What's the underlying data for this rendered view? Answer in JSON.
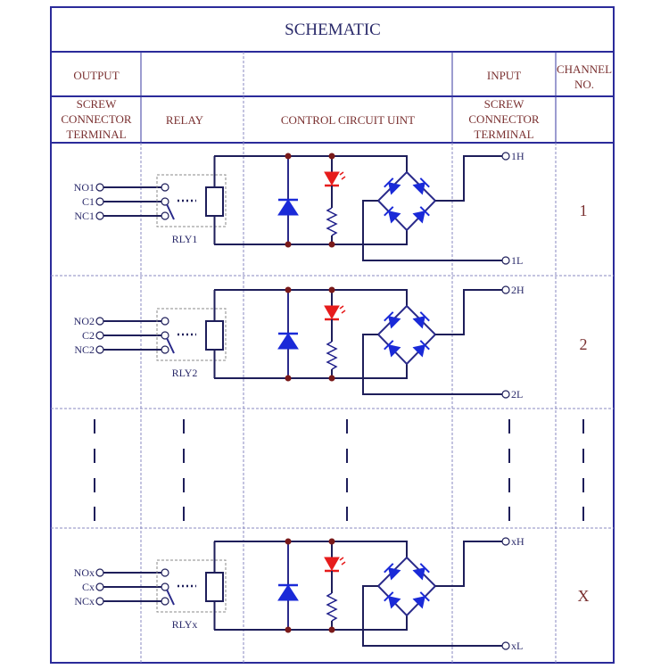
{
  "title": "SCHEMATIC",
  "header_row1": {
    "output": "OUTPUT",
    "relay": "",
    "control": "",
    "input": "INPUT",
    "channel_line1": "CHANNEL",
    "channel_line2": "NO."
  },
  "header_row2": {
    "output_line1": "SCREW",
    "output_line2": "CONNECTOR",
    "output_line3": "TERMINAL",
    "relay": "RELAY",
    "control": "CONTROL CIRCUIT UINT",
    "input_line1": "SCREW",
    "input_line2": "CONNECTOR",
    "input_line3": "TERMINAL"
  },
  "channels": [
    {
      "no": "NO1",
      "c": "C1",
      "nc": "NC1",
      "relay": "RLY1",
      "in_h": "1H",
      "in_l": "1L",
      "channel": "1"
    },
    {
      "no": "NO2",
      "c": "C2",
      "nc": "NC2",
      "relay": "RLY2",
      "in_h": "2H",
      "in_l": "2L",
      "channel": "2"
    },
    {
      "no": "NOx",
      "c": "Cx",
      "nc": "NCx",
      "relay": "RLYx",
      "in_h": "xH",
      "in_l": "xL",
      "channel": "X"
    }
  ],
  "colors": {
    "grid": "#2b2b9a",
    "wire": "#1e1e5a",
    "diode": "#1a2ad8",
    "led": "#e61c1c",
    "junction": "#7a1a1a",
    "header_text": "#7a3030"
  }
}
